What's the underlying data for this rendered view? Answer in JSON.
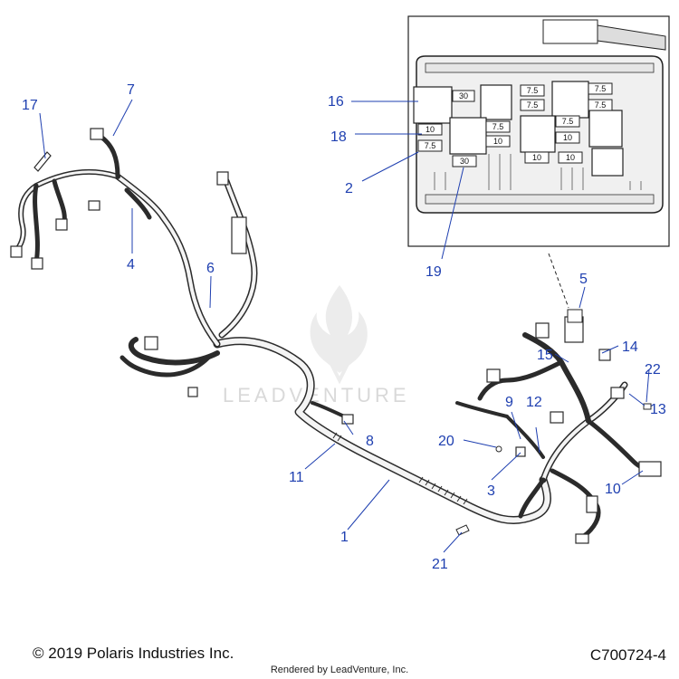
{
  "diagram": {
    "callouts": [
      "1",
      "2",
      "3",
      "4",
      "5",
      "6",
      "7",
      "8",
      "9",
      "10",
      "11",
      "12",
      "13",
      "14",
      "15",
      "16",
      "17",
      "18",
      "19",
      "20",
      "21",
      "22"
    ],
    "fuse_labels": [
      "30",
      "7.5",
      "7.5",
      "7.5",
      "7.5",
      "7.5",
      "10",
      "7.5",
      "10",
      "7.5",
      "10",
      "30",
      "10",
      "10"
    ]
  },
  "footer": {
    "copyright": "© 2019 Polaris Industries Inc.",
    "part_number": "C700724-4",
    "rendered_by": "Rendered by LeadVenture, Inc."
  },
  "watermark": {
    "text": "LEADVENTURE"
  }
}
